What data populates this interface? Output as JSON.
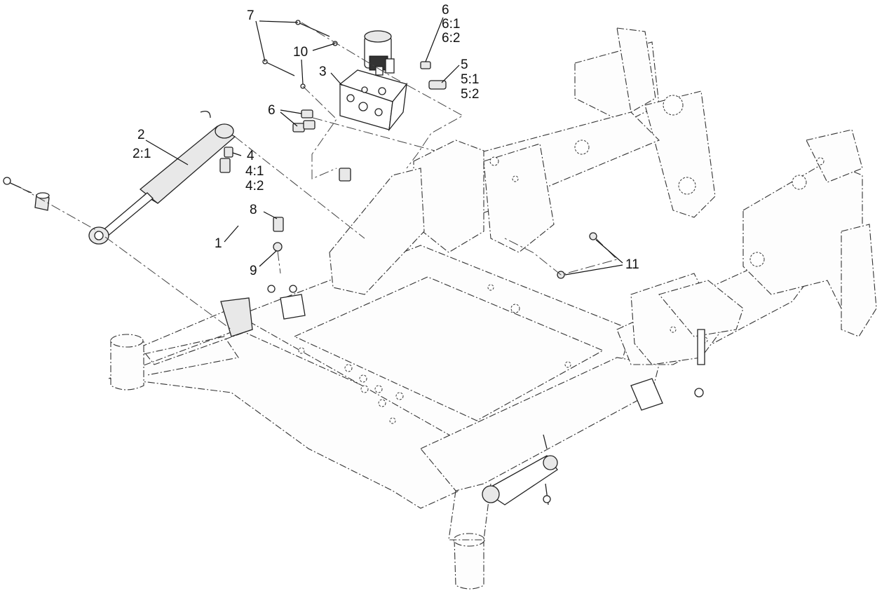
{
  "callouts": {
    "c1": "1",
    "c2": "2",
    "c2_1": "2:1",
    "c3": "3",
    "c4": "4",
    "c4_1": "4:1",
    "c4_2": "4:2",
    "c5": "5",
    "c5_1": "5:1",
    "c5_2": "5:2",
    "c6a": "6",
    "c6_1": "6:1",
    "c6_2": "6:2",
    "c6b": "6",
    "c7": "7",
    "c8": "8",
    "c9": "9",
    "c10": "10",
    "c11": "11"
  }
}
